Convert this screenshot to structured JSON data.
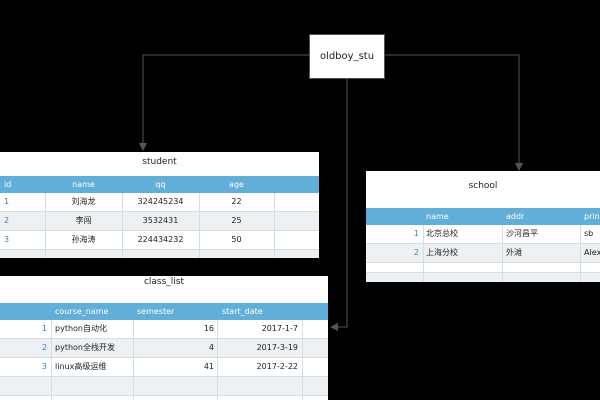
{
  "center_node": {
    "label": "oldboy_stu"
  },
  "student": {
    "title": "student",
    "columns": [
      "id",
      "name",
      "qq",
      "age"
    ],
    "rows": [
      {
        "id": "1",
        "name": "刘海龙",
        "qq": "324245234",
        "age": "22"
      },
      {
        "id": "2",
        "name": "李闯",
        "qq": "3532431",
        "age": "25"
      },
      {
        "id": "3",
        "name": "孙海涛",
        "qq": "224434232",
        "age": "50"
      }
    ]
  },
  "school": {
    "title": "school",
    "columns": [
      "name",
      "addr",
      "princ"
    ],
    "rows": [
      {
        "id": "1",
        "name": "北京总校",
        "addr": "沙河昌平",
        "princ": "sb"
      },
      {
        "id": "2",
        "name": "上海分校",
        "addr": "外滩",
        "princ": "Alex"
      }
    ]
  },
  "class_list": {
    "title": "class_list",
    "columns": [
      "course_name",
      "semester",
      "start_date"
    ],
    "rows": [
      {
        "id": "1",
        "course_name": "python自动化",
        "semester": "16",
        "start_date": "2017-1-7"
      },
      {
        "id": "2",
        "course_name": "python全栈开发",
        "semester": "4",
        "start_date": "2017-3-19"
      },
      {
        "id": "3",
        "course_name": "linux高级运维",
        "semester": "41",
        "start_date": "2017-2-22"
      }
    ]
  },
  "colors": {
    "header": "#61aed8",
    "connector": "#555555",
    "background": "#000000"
  }
}
